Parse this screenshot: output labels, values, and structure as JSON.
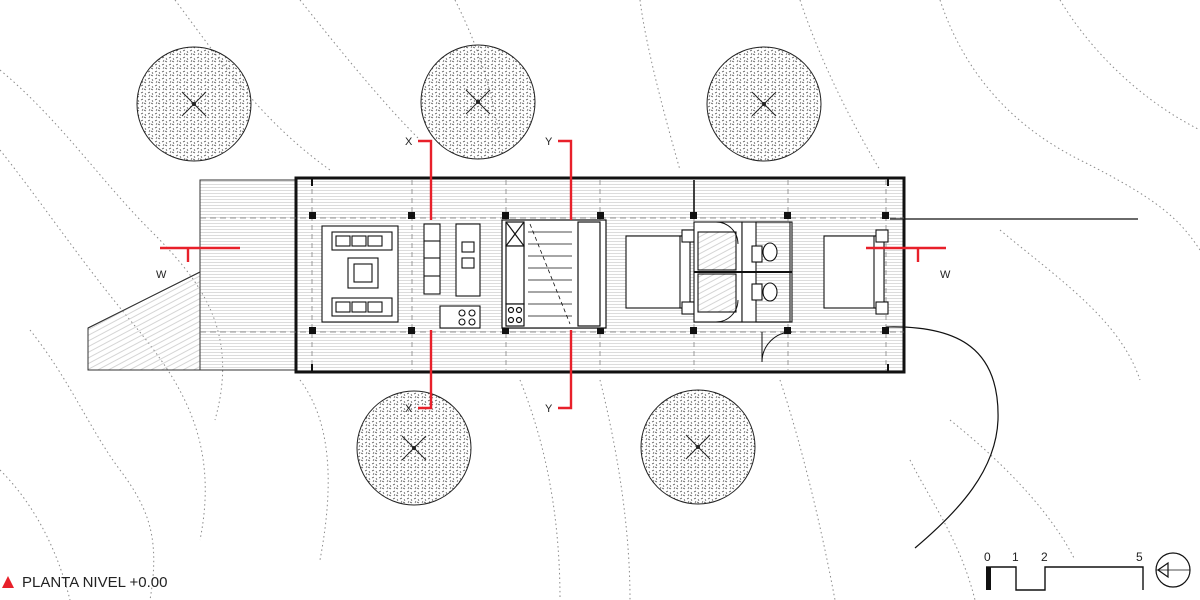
{
  "drawing": {
    "title": "PLANTA NIVEL +0.00"
  },
  "section_markers": {
    "x_top": "X",
    "x_bottom": "X",
    "y_top": "Y",
    "y_bottom": "Y",
    "w_left": "W",
    "w_right": "W"
  },
  "scale_bar": {
    "labels": [
      "0",
      "1",
      "2",
      "5"
    ]
  },
  "colors": {
    "section_line": "#e8202a",
    "ink": "#1a1a1a",
    "hatch": "#b5b5b5",
    "contour": "#8a8a8a"
  },
  "icons": {
    "north": "north-arrow-icon",
    "title_marker": "red-triangle-icon"
  }
}
